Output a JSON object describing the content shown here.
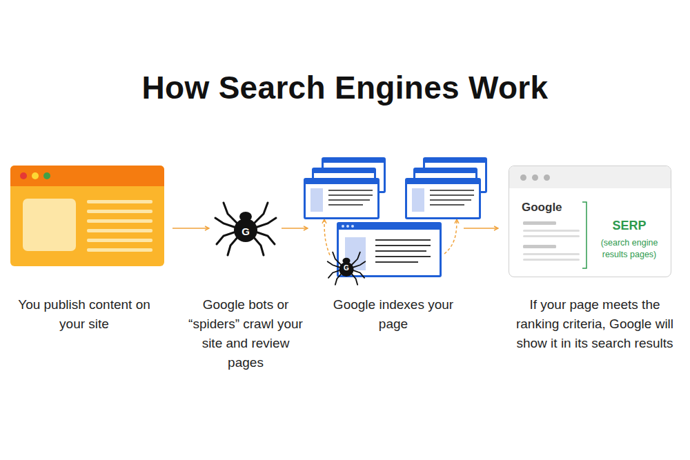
{
  "diagram": {
    "title": "How Search Engines Work",
    "nodes": [
      {
        "text": [
          "Google",
          "SERP",
          "(search engine results pages)"
        ]
      }
    ],
    "labels": [
      "You publish content on your site",
      "Google bots or “spiders” crawl your site and review pages",
      "Google indexes your page",
      "If your page meets the ranking criteria, Google will show it in its search results",
      "G",
      "G"
    ]
  }
}
